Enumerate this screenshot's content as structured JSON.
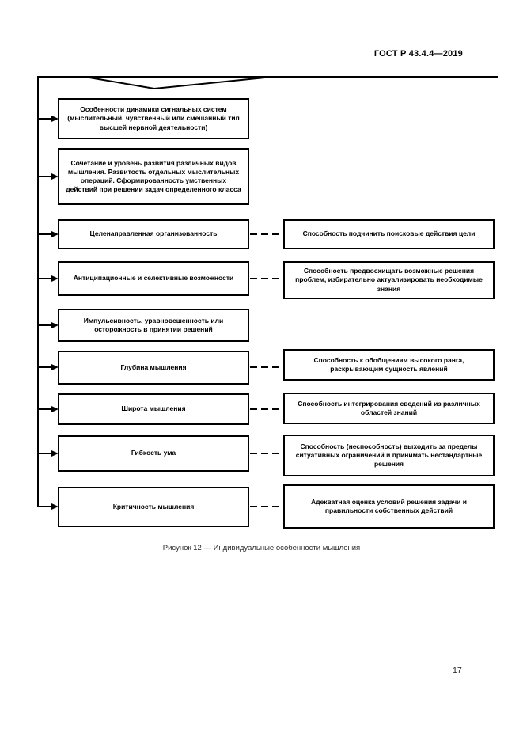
{
  "page": {
    "header": "ГОСТ Р 43.4.4—2019",
    "caption": "Рисунок 12 — Индивидуальные особенности мышления",
    "page_number": "17"
  },
  "diagram": {
    "type": "block-diagram",
    "colors": {
      "line": "#000000",
      "text": "#000000",
      "background": "#ffffff"
    },
    "left_boxes": [
      {
        "label": "Особенности динамики сигнальных систем (мыслительный, чувственный или смешанный тип высшей нервной деятельности)"
      },
      {
        "label": "Сочетание и уровень развития различных видов мышления. Развитость отдельных мыслительных операций. Сформированность умственных действий при решении задач определенного класса"
      },
      {
        "label": "Целенаправленная организованность"
      },
      {
        "label": "Антиципационные и селективные возможности"
      },
      {
        "label": "Импульсивность, уравновешенность или осторожность в принятии решений"
      },
      {
        "label": "Глубина мышления"
      },
      {
        "label": "Широта мышления"
      },
      {
        "label": "Гибкость ума"
      },
      {
        "label": "Критичность мышления"
      }
    ],
    "right_boxes": [
      {
        "label": "Способность подчинить поисковые действия цели"
      },
      {
        "label": "Способность предвосхищать возможные решения проблем, избирательно актуализировать необходимые знания"
      },
      {
        "label": "Способность к обобщениям высокого ранга, раскрывающим сущность явлений"
      },
      {
        "label": "Способность интегрирования сведений из различных областей знаний"
      },
      {
        "label": "Способность (неспособность) выходить за пределы ситуативных ограничений и принимать нестандартные решения"
      },
      {
        "label": "Адекватная оценка условий решения задачи и правильности собственных действий"
      }
    ],
    "connections": [
      {
        "from": "Целенаправленная организованность",
        "to": "Способность подчинить поисковые действия цели",
        "style": "dashed"
      },
      {
        "from": "Антиципационные и селективные возможности",
        "to": "Способность предвосхищать возможные решения проблем, избирательно актуализировать необходимые знания",
        "style": "dashed"
      },
      {
        "from": "Глубина мышления",
        "to": "Способность к обобщениям высокого ранга, раскрывающим сущность явлений",
        "style": "dashed"
      },
      {
        "from": "Широта мышления",
        "to": "Способность интегрирования сведений из различных областей знаний",
        "style": "dashed"
      },
      {
        "from": "Гибкость ума",
        "to": "Способность (неспособность) выходить за пределы ситуативных ограничений и принимать нестандартные решения",
        "style": "dashed"
      },
      {
        "from": "Критичность мышления",
        "to": "Адекватная оценка условий решения задачи и правильности собственных действий",
        "style": "dashed"
      }
    ]
  }
}
